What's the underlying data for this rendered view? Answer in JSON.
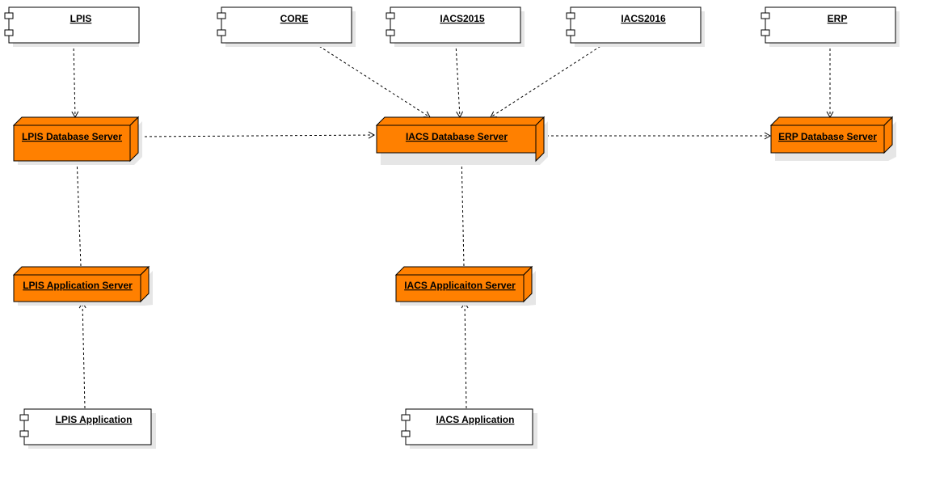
{
  "components": {
    "lpis": "LPIS",
    "core": "CORE",
    "iacs2015": "IACS2015",
    "iacs2016": "IACS2016",
    "erp": "ERP",
    "lpis_app": "LPIS Application",
    "iacs_app": "IACS Application"
  },
  "nodes": {
    "lpis_db": "LPIS Database Server",
    "iacs_db": "IACS Database Server",
    "erp_db": "ERP Database Server",
    "lpis_app_server": "LPIS Application Server",
    "iacs_app_server": "IACS Applicaiton Server"
  },
  "colors": {
    "node_fill": "#ff8000",
    "node_stroke": "#000000",
    "component_fill": "#ffffff",
    "shadow": "#e6e6e6"
  }
}
